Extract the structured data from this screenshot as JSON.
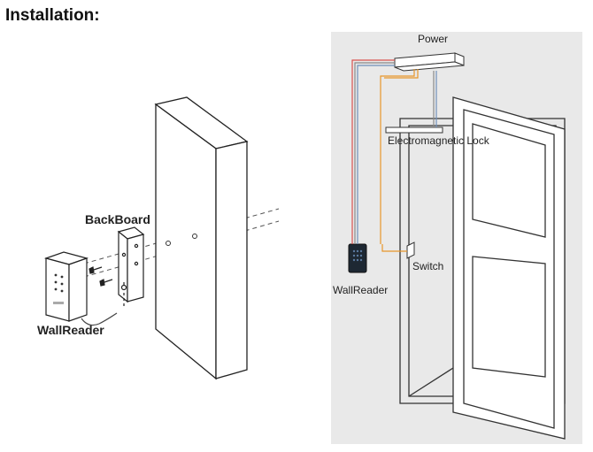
{
  "heading": "Installation:",
  "left_diagram": {
    "backboard_label": "BackBoard",
    "wallreader_label": "WallReader"
  },
  "right_diagram": {
    "power_label": "Power",
    "lock_label": "Electromagnetic Lock",
    "switch_label": "Switch",
    "wallreader_label": "WallReader"
  },
  "colors": {
    "wire_red": "#d9534f",
    "wire_orange": "#e8962a",
    "wire_blue": "#6f8fb8",
    "wire_gray": "#888888"
  }
}
